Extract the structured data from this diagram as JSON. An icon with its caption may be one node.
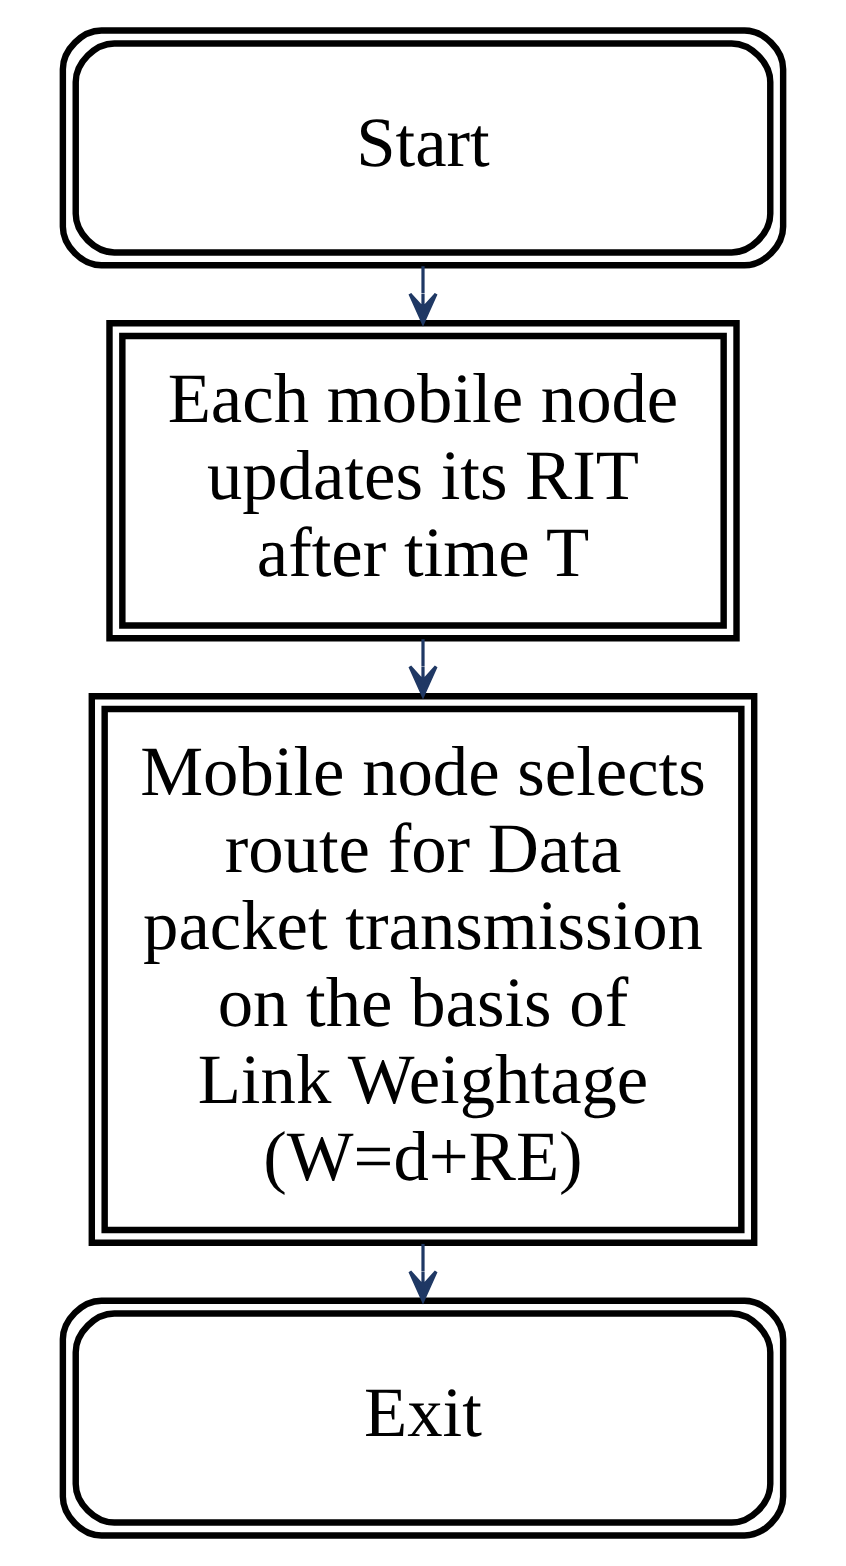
{
  "diagram": {
    "nodes": [
      {
        "text": [
          "Start"
        ]
      },
      {
        "text": [
          "Each mobile node updates its RIT after time T"
        ]
      },
      {
        "text": [
          "Mobile node selects route for Data packet transmission on the basis of Link Weightage (W=d+RE)"
        ]
      },
      {
        "text": [
          "Exit"
        ]
      }
    ],
    "edges": [
      {
        "from": 0,
        "to": 1,
        "arrow": "to"
      },
      {
        "from": 1,
        "to": 2,
        "arrow": "to"
      },
      {
        "from": 2,
        "to": 3,
        "arrow": "to"
      }
    ]
  }
}
